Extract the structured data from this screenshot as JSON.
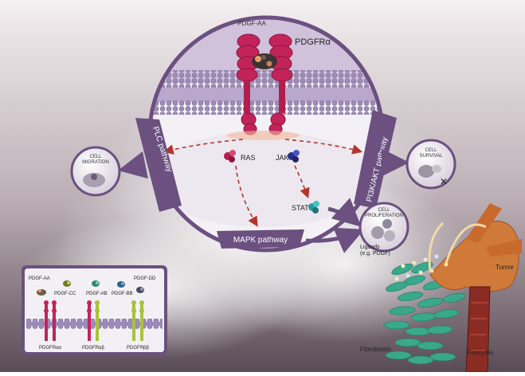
{
  "receptor": {
    "ligand_label": "PDGF-AA",
    "receptor_label": "PDGFRα"
  },
  "pathways": {
    "plc": "PLC pathway",
    "pi3k": "PI3K/AKT pathway",
    "mapk": "MAPK pathway"
  },
  "signals": {
    "ras": "RAS",
    "jak": "JAK",
    "stat": "STAT"
  },
  "outcomes": {
    "migration": [
      "CELL",
      "MIGRATION"
    ],
    "survival": [
      "CELL",
      "SURVIVAL"
    ],
    "proliferation": [
      "CELL",
      "PROLIFERATION"
    ]
  },
  "microenvironment": {
    "ligands": [
      "Ligands",
      "(e.g. PDGF)"
    ],
    "tumor": "Tumor",
    "fibroblasts": "Fibroblasts",
    "pericytes": "Pericytes"
  },
  "inset": {
    "ligands": [
      "PDGF-AA",
      "PDGF-CC",
      "PDGF-AB",
      "PDGF-BB",
      "PDGF-DD"
    ],
    "receptors": [
      "PDGFRαα",
      "PDGFRαβ",
      "PDGFRββ"
    ]
  },
  "colors": {
    "frame": "#6b5080",
    "receptor": "#c2245a",
    "membrane": "#a593bf",
    "tumor": "#d07a3a",
    "fibroblast": "#3aa88a",
    "vessel": "#8a2c24"
  }
}
